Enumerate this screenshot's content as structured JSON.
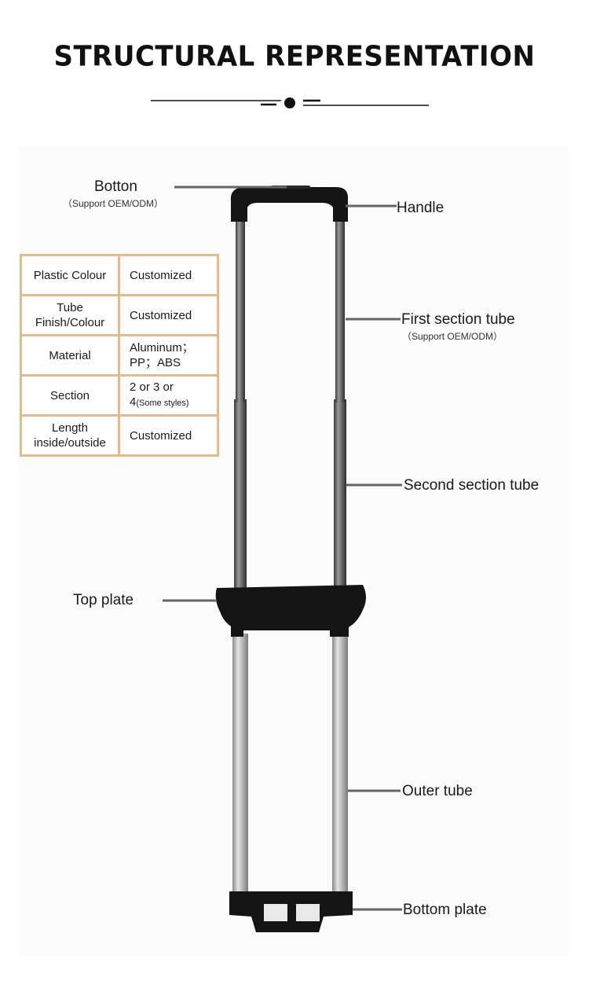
{
  "title": "STRUCTURAL REPRESENTATION",
  "labels": {
    "botton": "Botton",
    "botton_sub": "（Support OEM/ODM）",
    "handle": "Handle",
    "first_tube": "First section tube",
    "first_tube_sub": "（Support OEM/ODM）",
    "second_tube": "Second section tube",
    "top_plate": "Top plate",
    "outer_tube": "Outer tube",
    "bottom_plate": "Bottom plate"
  },
  "spec_table": {
    "rows": [
      {
        "key": "Plastic Colour",
        "value": "Customized"
      },
      {
        "key": "Tube\nFinish/Colour",
        "value": "Customized"
      },
      {
        "key": "Material",
        "value": "Aluminum；\nPP；ABS"
      },
      {
        "key": "Section",
        "value": "2 or 3 or",
        "value_line2": "4",
        "value_note": "(Some styles)"
      },
      {
        "key": "Length\ninside/outside",
        "value": "Customized"
      }
    ]
  },
  "colors": {
    "table_border": "#e6b98b",
    "tube": "#a9a9a9",
    "plastic": "#141414",
    "leader_line": "#666666"
  }
}
